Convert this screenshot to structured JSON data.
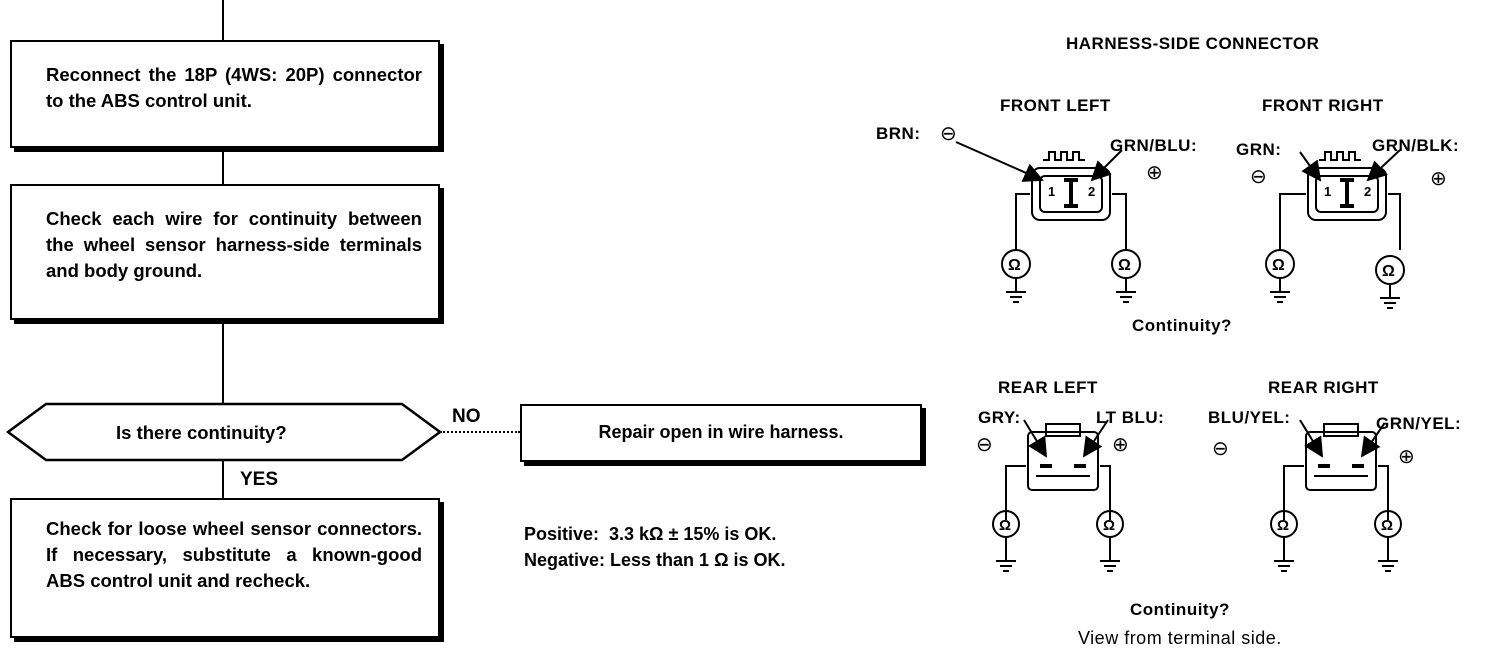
{
  "flow": {
    "step1": "Reconnect the 18P (4WS: 20P) connector to the ABS control unit.",
    "step2": "Check each wire for continuity between the wheel sensor harness-side terminals and body ground.",
    "question": "Is there continuity?",
    "no_label": "NO",
    "yes_label": "YES",
    "no_action": "Repair open in wire harness.",
    "yes_action": "Check for loose wheel sensor connectors. If necessary, substitute a known-good ABS control unit and recheck."
  },
  "spec": {
    "positive": "Positive:  3.3 kΩ ± 15% is OK.",
    "negative": "Negative: Less than 1 Ω is OK."
  },
  "diagram": {
    "title": "HARNESS-SIDE CONNECTOR",
    "front_left": {
      "title": "FRONT LEFT",
      "neg_wire": "BRN:",
      "pos_wire": "GRN/BLU:"
    },
    "front_right": {
      "title": "FRONT RIGHT",
      "neg_wire": "GRN:",
      "pos_wire": "GRN/BLK:"
    },
    "continuity_front": "Continuity?",
    "rear_left": {
      "title": "REAR LEFT",
      "neg_wire": "GRY:",
      "pos_wire": "LT BLU:"
    },
    "rear_right": {
      "title": "REAR RIGHT",
      "neg_wire": "BLU/YEL:",
      "pos_wire": "GRN/YEL:"
    },
    "continuity_rear": "Continuity?",
    "view_note": "View from terminal side.",
    "neg_symbol": "⊖",
    "pos_symbol": "⊕",
    "ohm_symbol": "Ω"
  }
}
